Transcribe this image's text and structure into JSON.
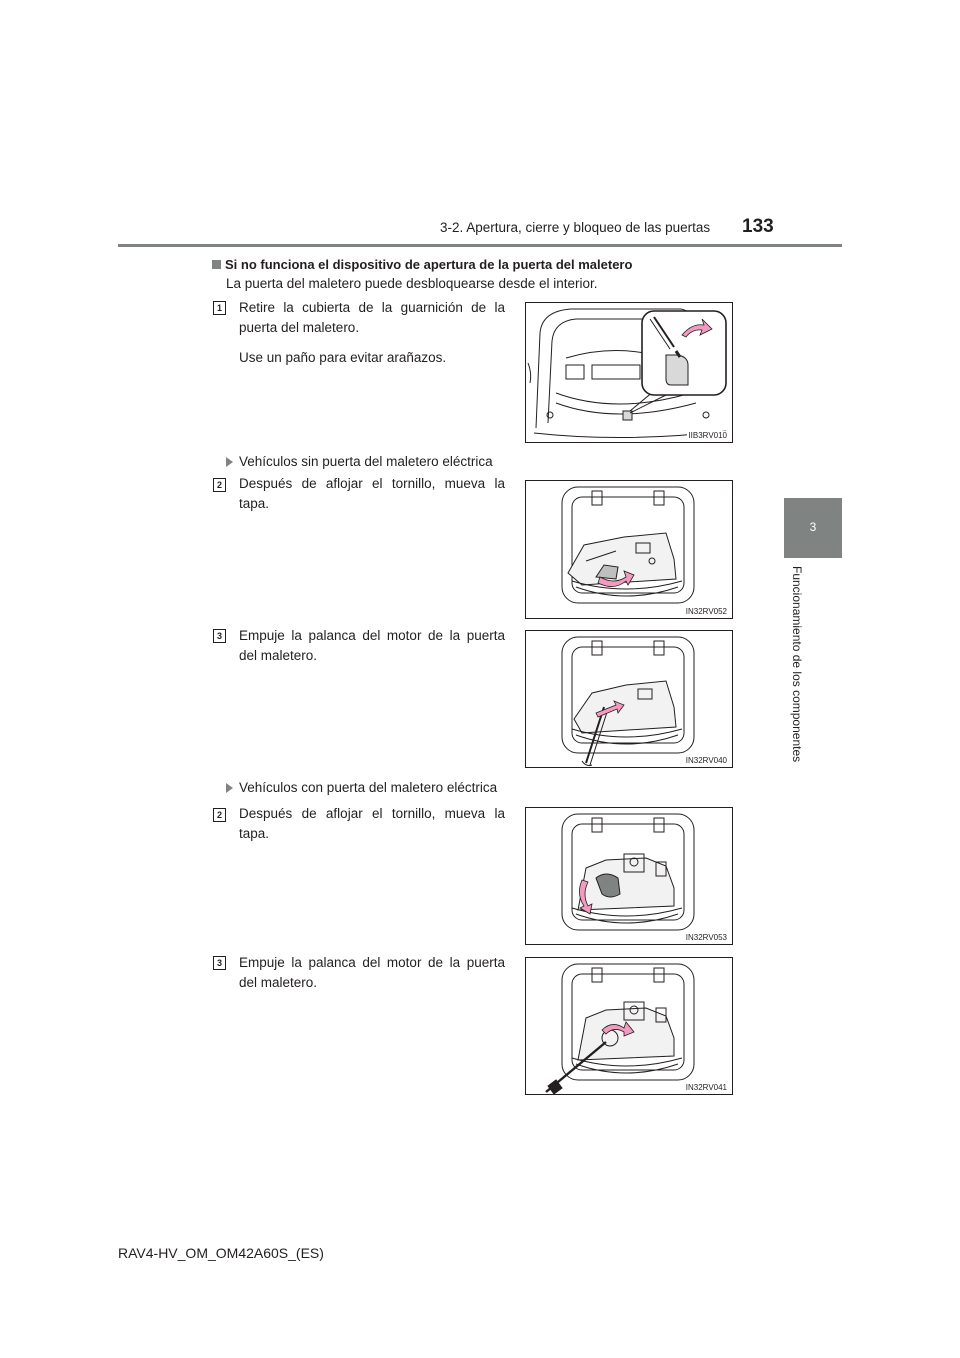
{
  "header": {
    "title": "3-2. Apertura, cierre y bloqueo de las puertas",
    "page_number": "133"
  },
  "side_tab": {
    "number": "3",
    "chapter": "Funcionamiento de los componentes"
  },
  "section": {
    "heading": "Si no funciona el dispositivo de apertura de la puerta del maletero",
    "intro": "La puerta del maletero puede desbloquearse desde el interior."
  },
  "steps": [
    {
      "badge": "1",
      "lines": [
        "Retire la cubierta de la guarnición de la puerta del maletero.",
        "Use un paño para evitar arañazos."
      ],
      "figure_code": "IIB3RV010"
    },
    {
      "badge": "2",
      "lines": [
        "Después de aflojar el tornillo, mueva la tapa."
      ],
      "figure_code": "IN32RV052"
    },
    {
      "badge": "3",
      "lines": [
        "Empuje la palanca del motor de la puerta del maletero."
      ],
      "figure_code": "IN32RV040"
    },
    {
      "badge": "2",
      "lines": [
        "Después de aflojar el tornillo, mueva la tapa."
      ],
      "figure_code": "IN32RV053"
    },
    {
      "badge": "3",
      "lines": [
        "Empuje la palanca del motor de la puerta del maletero."
      ],
      "figure_code": "IN32RV041"
    }
  ],
  "vehicle_notes": [
    "Vehículos sin puerta del maletero eléctrica",
    "Vehículos con puerta del maletero eléctrica"
  ],
  "colors": {
    "accent_gray": "#7f8483",
    "arrow_pink": "#f29ac0"
  },
  "footer": {
    "doc_code": "RAV4-HV_OM_OM42A60S_(ES)"
  }
}
